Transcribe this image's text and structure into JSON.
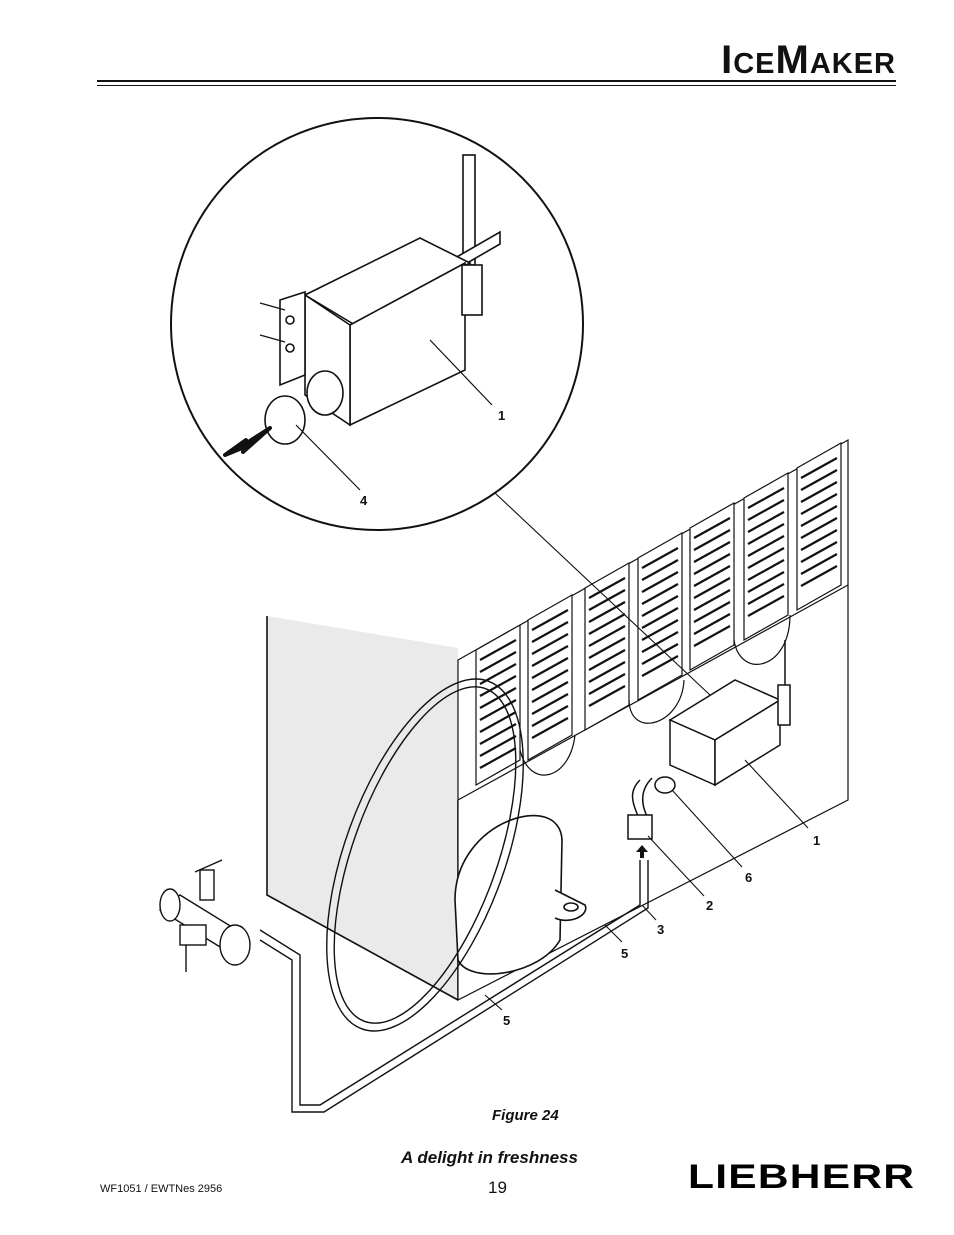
{
  "header": {
    "title_big_1": "I",
    "title_small_1": "CE",
    "title_big_2": "M",
    "title_small_2": "AKER"
  },
  "figure": {
    "callouts": {
      "inset_1": "1",
      "inset_4": "4",
      "main_1": "1",
      "main_6": "6",
      "main_2": "2",
      "main_3": "3",
      "main_5a": "5",
      "main_5b": "5"
    },
    "caption": "Figure 24"
  },
  "footer": {
    "tagline": "A delight in freshness",
    "page_number": "19",
    "doc_code": "WF1051 / EWTNes 2956",
    "brand_logo": "LIEBHERR"
  }
}
